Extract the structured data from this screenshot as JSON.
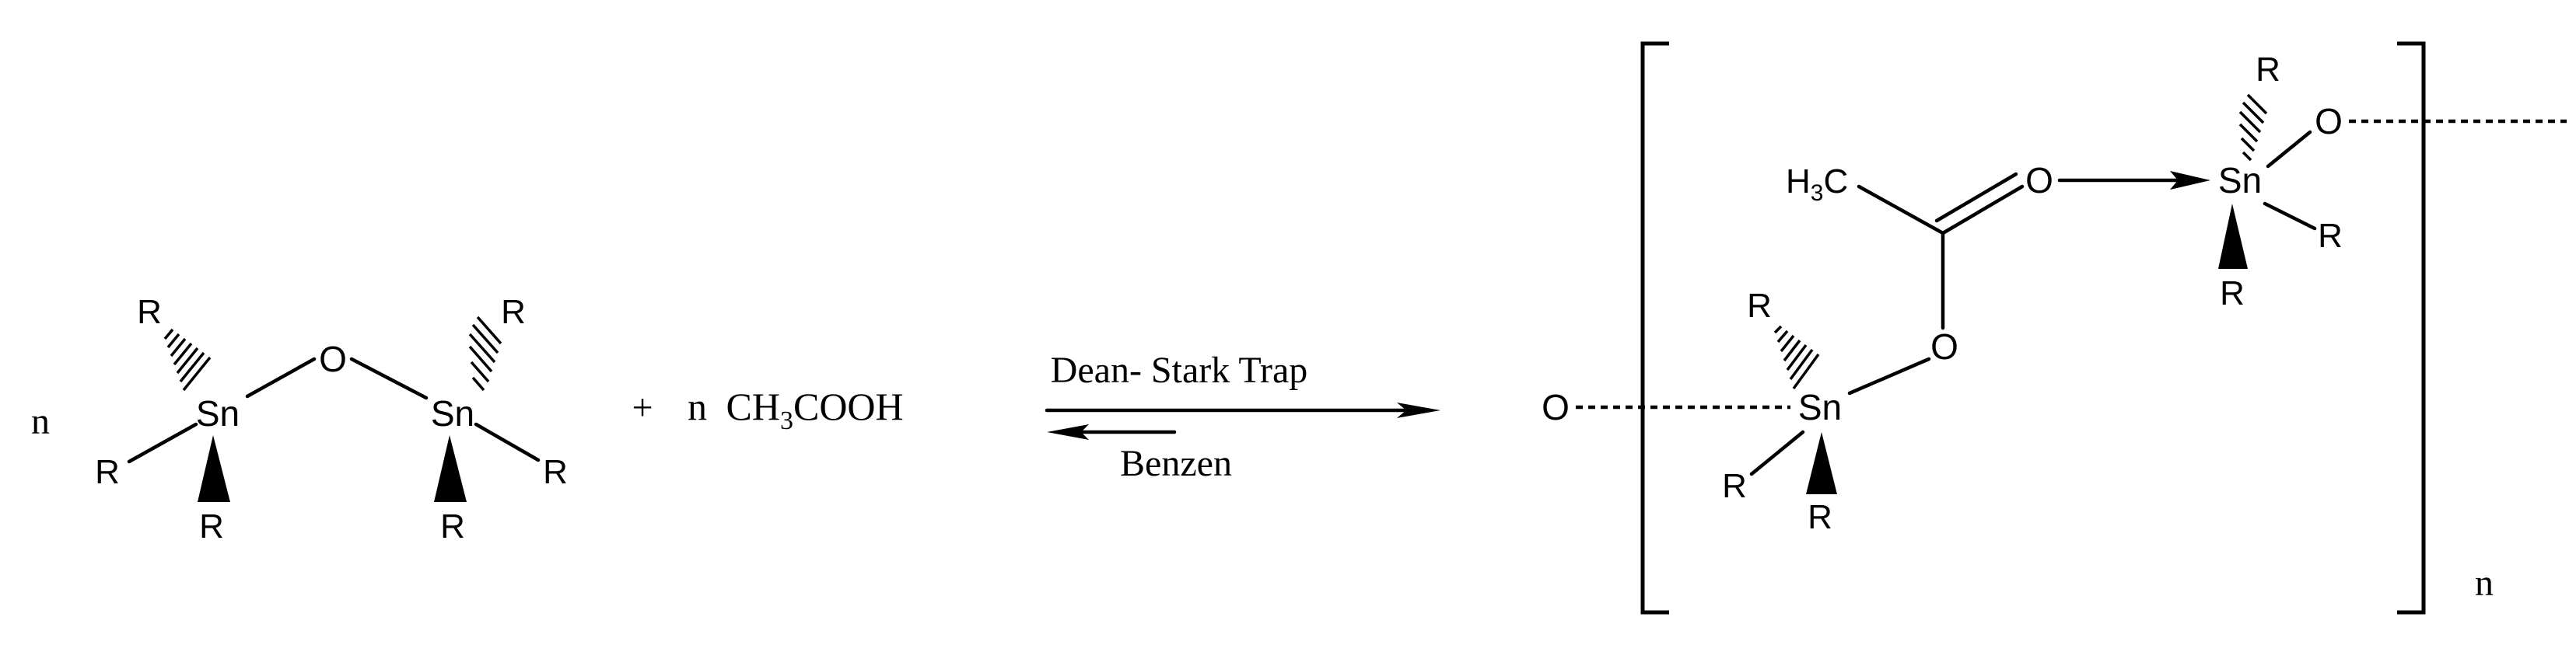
{
  "reactant": {
    "coefficient": "n",
    "labels": {
      "sn": "Sn",
      "o": "O",
      "r": "R"
    }
  },
  "reagent": {
    "plus": "+",
    "coefficient": "n",
    "formula_prefix": "CH",
    "formula_subscript": "3",
    "formula_suffix": "COOH"
  },
  "conditions": {
    "above_arrow": "Dean- Stark Trap",
    "below_arrow": "Benzen"
  },
  "product": {
    "methyl_prefix": "H",
    "methyl_subscript": "3",
    "methyl_suffix": "C",
    "labels": {
      "sn": "Sn",
      "o": "O",
      "r": "R"
    },
    "repeat_subscript": "n"
  }
}
